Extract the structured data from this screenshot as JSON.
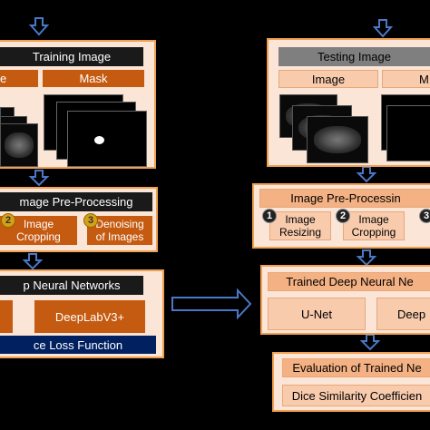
{
  "left": {
    "training_title": "Training Image",
    "image_label": "e",
    "mask_label": "Mask",
    "preproc_title": "mage Pre-Processing",
    "step2_num": "2",
    "step2_label_l1": "Image",
    "step2_label_l2": "Cropping",
    "step3_num": "3",
    "step3_label_l1": "Denoising",
    "step3_label_l2": "of Images",
    "dnn_title": "p Neural Networks",
    "model2": "DeepLabV3+",
    "loss": "ce Loss Function"
  },
  "right": {
    "testing_title": "Testing Image",
    "image_label": "Image",
    "mask_label": "M",
    "preproc_title": "Image Pre-Processin",
    "step1_num": "1",
    "step1_label_l1": "Image",
    "step1_label_l2": "Resizing",
    "step2_num": "2",
    "step2_label_l1": "Image",
    "step2_label_l2": "Cropping",
    "step3_num": "3",
    "trained_title": "Trained Deep Neural Ne",
    "model1": "U-Net",
    "model2": "Deep",
    "eval_title": "Evaluation of Trained Ne",
    "dice": "Dice Similarity Coefficien"
  },
  "colors": {
    "panel_fill": "#fbe5d6",
    "panel_border": "#f0a050",
    "orange": "#c55a11",
    "peach": "#f8cbad",
    "navy": "#002060",
    "arrow": "#4472c4"
  }
}
